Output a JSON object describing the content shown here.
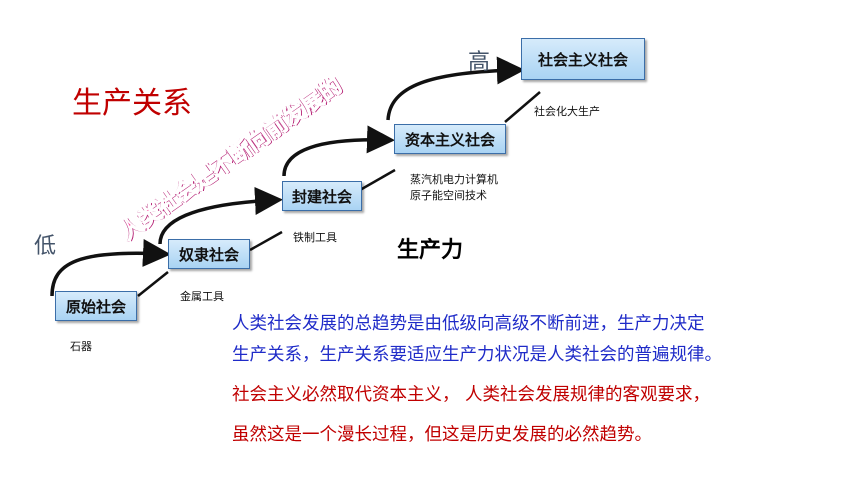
{
  "title": "生产关系",
  "slogan": "人类社会是不断向前发展的",
  "low_label": "低",
  "high_label": "高",
  "productivity_label": "生产力",
  "stages": [
    {
      "name": "原始社会",
      "tool": "石器"
    },
    {
      "name": "奴隶社会",
      "tool": "金属工具"
    },
    {
      "name": "封建社会",
      "tool": "铁制工具"
    },
    {
      "name": "资本主义社会",
      "tool_lines": [
        "蒸汽机电力计算机",
        "原子能空间技术"
      ]
    },
    {
      "name": "社会主义社会",
      "tool": "社会化大生产"
    }
  ],
  "paragraph_blue": [
    "人类社会发展的总趋势是由低级向高级不断前进，生产力决定",
    "生产关系，生产关系要适应生产力状况是人类社会的普遍规律。"
  ],
  "paragraph_red": [
    "社会主义必然取代资本主义，  人类社会发展规律的客观要求，",
    "虽然这是一个漫长过程，但这是历史发展的必然趋势。"
  ],
  "colors": {
    "box_fill": "#a9d3f3",
    "box_border": "#3b6ea8",
    "red_text": "#c00000",
    "blue_text": "#1f2bc8",
    "slogan_fill": "#ff3c9c"
  }
}
